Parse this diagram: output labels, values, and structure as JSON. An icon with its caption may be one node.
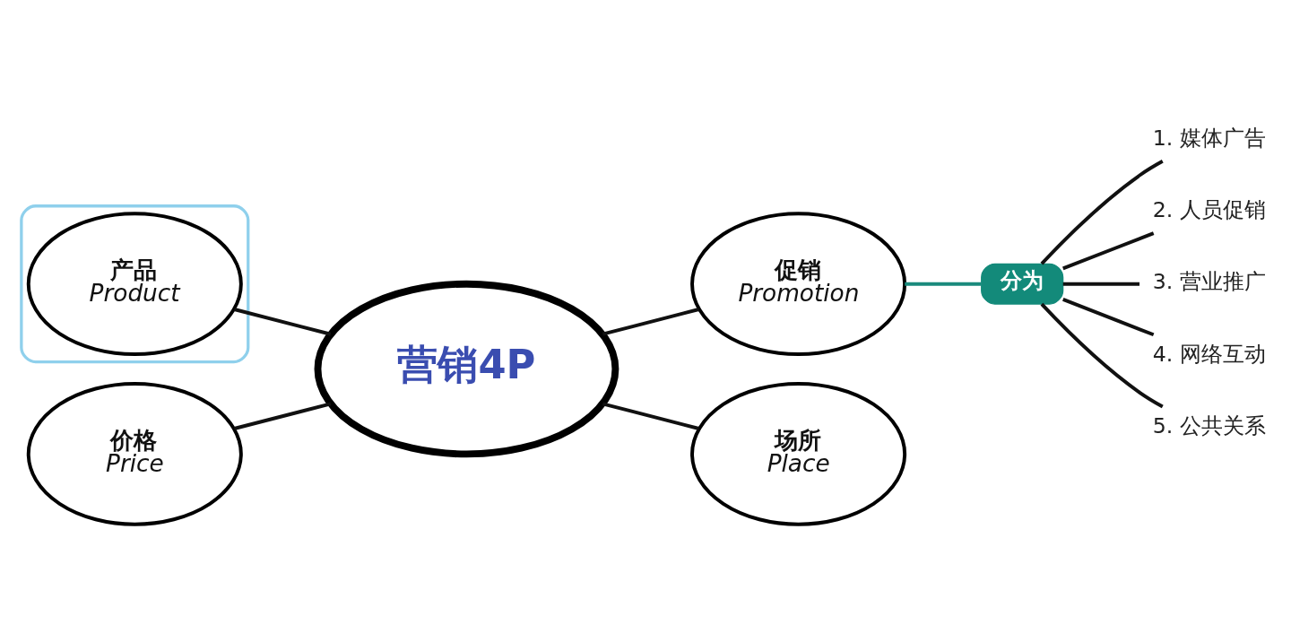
{
  "diagram": {
    "nodes": [
      {
        "text": [],
        "shape": "box"
      },
      {
        "text": [
          "产品",
          "Product"
        ],
        "in": 0
      },
      {
        "text": [
          "价格",
          "Price"
        ]
      },
      {
        "text": [
          "营销4P"
        ]
      },
      {
        "text": [
          "促销",
          "Promotion"
        ]
      },
      {
        "text": [
          "场所",
          "Place"
        ]
      },
      {
        "text": [
          "分为"
        ]
      },
      {
        "text": [
          "1. 媒体广告"
        ]
      },
      {
        "text": [
          "2. 人员促销"
        ]
      },
      {
        "text": [
          "3. 营业推广"
        ]
      },
      {
        "text": [
          "4. 网络互动"
        ]
      },
      {
        "text": [
          "5. 公共关系"
        ]
      }
    ],
    "edges": [
      {
        "from": 1,
        "to": 3,
        "arrow": "none"
      },
      {
        "from": 2,
        "to": 3,
        "arrow": "none"
      },
      {
        "from": 3,
        "to": 4,
        "arrow": "none"
      },
      {
        "from": 3,
        "to": 5,
        "arrow": "none"
      },
      {
        "from": 4,
        "to": 6,
        "arrow": "none",
        "color": "#1a8a7c"
      },
      {
        "from": 6,
        "to": 7,
        "arrow": "none"
      },
      {
        "from": 6,
        "to": 8,
        "arrow": "none"
      },
      {
        "from": 6,
        "to": 9,
        "arrow": "none"
      },
      {
        "from": 6,
        "to": 10,
        "arrow": "none"
      },
      {
        "from": 6,
        "to": 11,
        "arrow": "none"
      }
    ]
  }
}
